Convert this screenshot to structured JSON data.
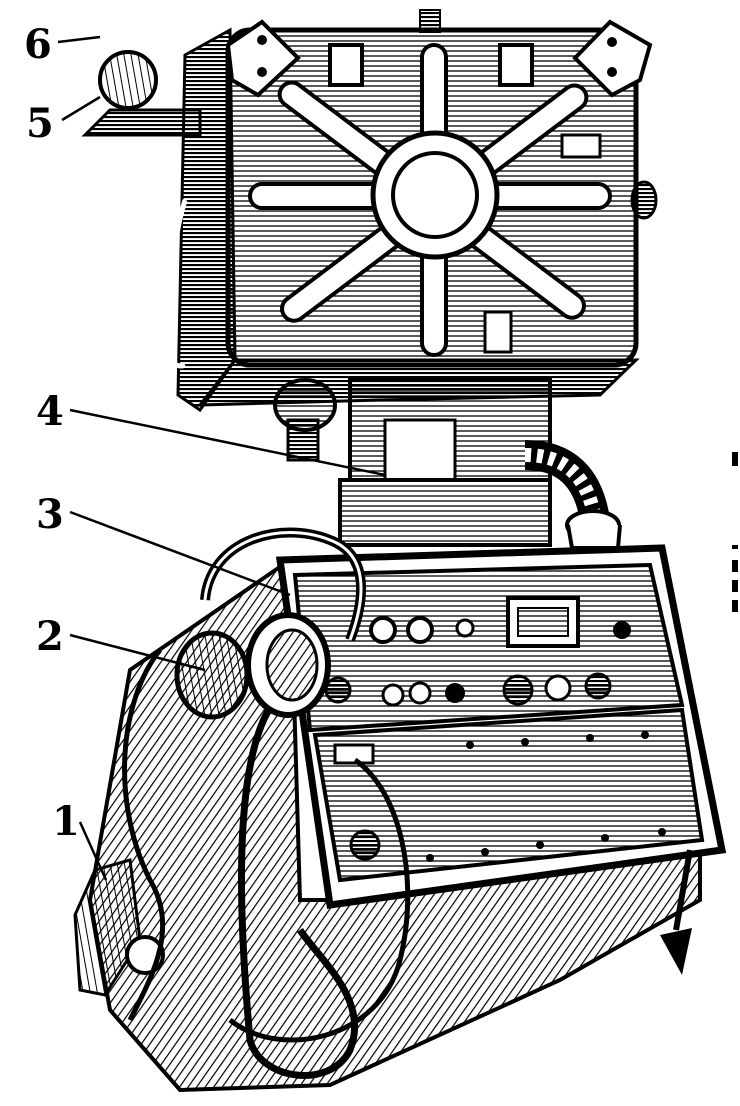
{
  "figure": {
    "callouts": [
      {
        "id": "1",
        "label": "1"
      },
      {
        "id": "2",
        "label": "2"
      },
      {
        "id": "3",
        "label": "3"
      },
      {
        "id": "4",
        "label": "4"
      },
      {
        "id": "5",
        "label": "5"
      },
      {
        "id": "6",
        "label": "6"
      }
    ]
  },
  "colors": {
    "ink": "#000000",
    "paper": "#ffffff"
  }
}
